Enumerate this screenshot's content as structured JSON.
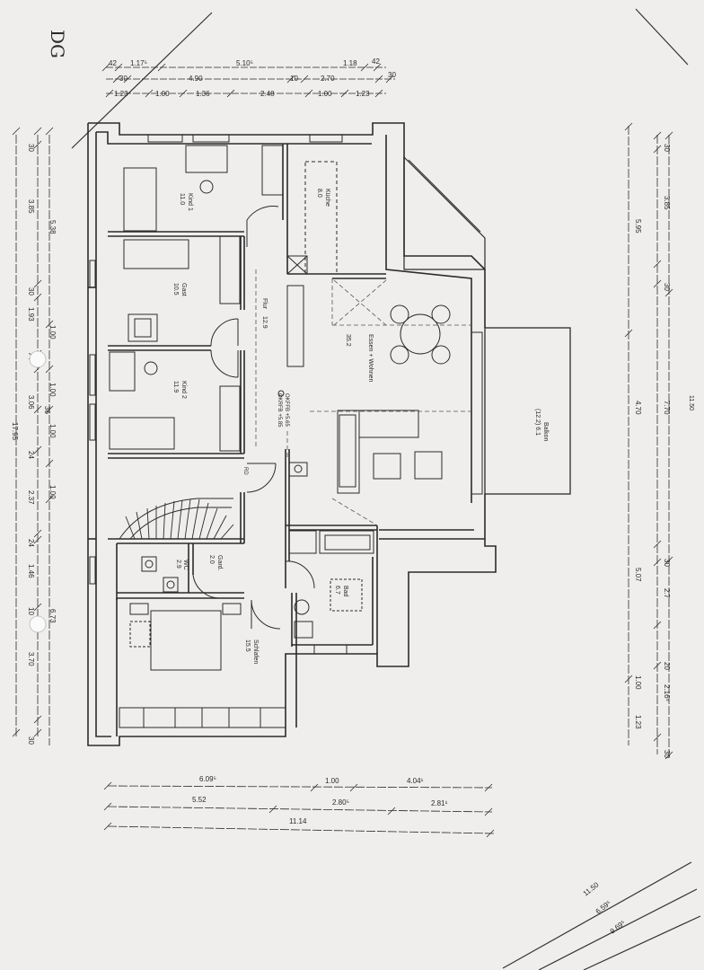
{
  "sheet_label": "DG",
  "rooms": [
    {
      "name": "Kind 1",
      "area": "11.0"
    },
    {
      "name": "Küche",
      "area": "8.0"
    },
    {
      "name": "Gast",
      "area": "10.5"
    },
    {
      "name": "Flur",
      "area": "12.9"
    },
    {
      "name": "Kind 2",
      "area": "11.9"
    },
    {
      "name": "Essen + Wohnen",
      "area": "35.2"
    },
    {
      "name": "Balkon",
      "area": "(12.2) 6.1"
    },
    {
      "name": "WC",
      "area": "2.9"
    },
    {
      "name": "Gard.",
      "area": "2.0"
    },
    {
      "name": "Bad",
      "area": "6.7"
    },
    {
      "name": "Schlafen",
      "area": "15.5"
    }
  ],
  "level_labels": [
    "OKFFB +5.65",
    "OKRFB +5.85"
  ],
  "rd_label": "RD",
  "dims_top": {
    "row1": [
      "42",
      "1.17⁵",
      "5.10⁵",
      "1.18",
      "42"
    ],
    "row2": [
      "30",
      "4.90",
      "10",
      "2.70",
      "30"
    ],
    "row3": [
      "1.23",
      "1.00",
      "1.36",
      "2.48",
      "1.00",
      "1.23"
    ]
  },
  "dims_left": {
    "outer": [
      "17.95"
    ],
    "mid": [
      "5.38",
      "3.06",
      "6.73"
    ],
    "inner": [
      "30",
      "3.85",
      "30",
      "1.93",
      "74",
      "36",
      "24",
      "2.37",
      "24",
      "1.46",
      "10",
      "3.70",
      "30"
    ],
    "inner2": [
      "1.00",
      "1.00",
      "1.00",
      "1.00"
    ]
  },
  "dims_right": {
    "outer": [
      "5.95",
      "7.70",
      "5.07"
    ],
    "inner": [
      "30",
      "3.85",
      "30",
      "4.70",
      "30",
      "2.7",
      "20",
      "2.16⁴",
      "30"
    ],
    "inner2": [
      "1.00",
      "1.23"
    ]
  },
  "dims_bottom": {
    "row1": [
      "6.09⁵",
      "1.00",
      "4.04¹"
    ],
    "row2": [
      "5.52",
      "2.80⁵",
      "2.81¹"
    ],
    "row3": [
      "11.14"
    ]
  },
  "dims_corner": [
    "11.50",
    "6.59⁵",
    "9.69⁵"
  ],
  "faint_mark": "11.50"
}
